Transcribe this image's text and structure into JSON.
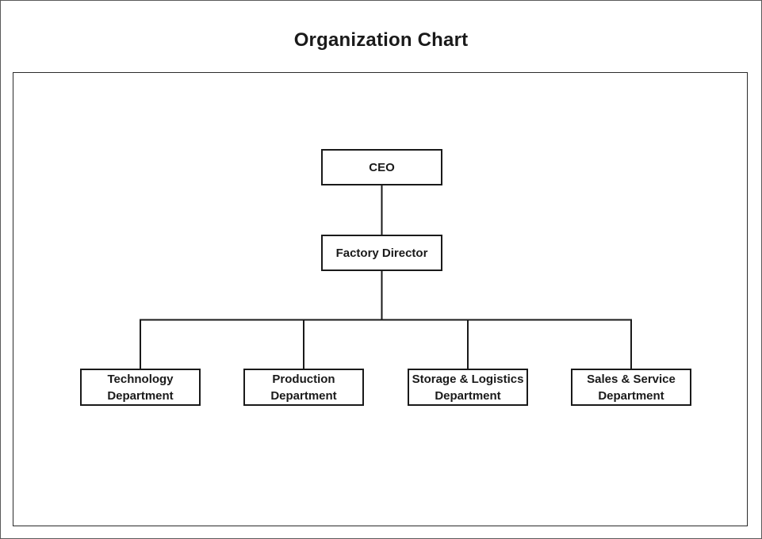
{
  "title": "Organization Chart",
  "colors": {
    "background": "#ffffff",
    "box_border": "#1a1a1a",
    "connector_line": "#1a1a1a",
    "text": "#1a1a1a",
    "outer_frame": "#5a5a5a"
  },
  "org": {
    "root": {
      "label": "CEO"
    },
    "level2": {
      "label": "Factory Director"
    },
    "departments": [
      {
        "label": "Technology Department"
      },
      {
        "label": "Production Department"
      },
      {
        "label": "Storage & Logistics Department"
      },
      {
        "label": "Sales & Service Department"
      }
    ]
  }
}
